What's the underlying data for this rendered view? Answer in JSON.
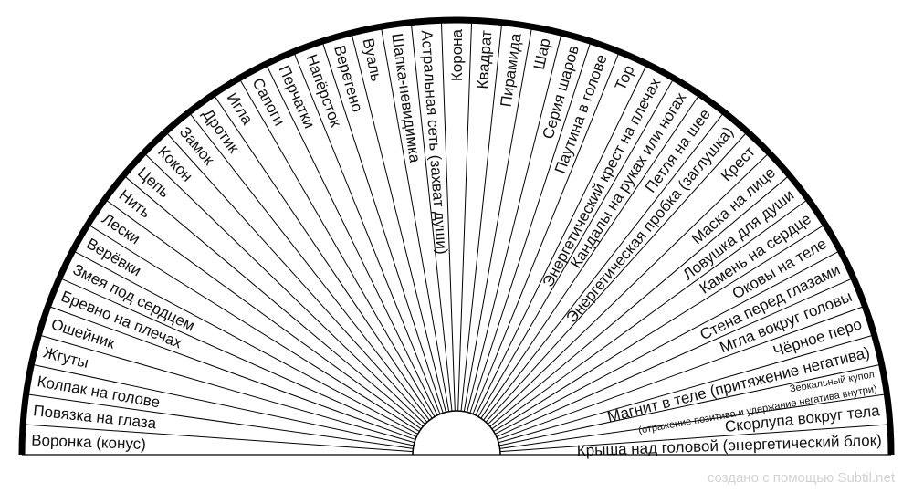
{
  "chart_data": {
    "type": "semicircle-dial",
    "sectors": [
      {
        "label": "Воронка (конус)"
      },
      {
        "label": "Повязка на глаза"
      },
      {
        "label": "Колпак на голове"
      },
      {
        "label": "Жгуты"
      },
      {
        "label": "Ошейник"
      },
      {
        "label": "Бревно на плечах"
      },
      {
        "label": "Змея под сердцем"
      },
      {
        "label": "Верёвки"
      },
      {
        "label": "Лески"
      },
      {
        "label": "Нить"
      },
      {
        "label": "Цепь"
      },
      {
        "label": "Кокон"
      },
      {
        "label": "Замок"
      },
      {
        "label": "Дротик"
      },
      {
        "label": "Игла"
      },
      {
        "label": "Сапоги"
      },
      {
        "label": "Перчатки"
      },
      {
        "label": "Напёрсток"
      },
      {
        "label": "Веретено"
      },
      {
        "label": "Вуаль"
      },
      {
        "label": "Шапка-невидимка"
      },
      {
        "label": "Астральная сеть (захват души)"
      },
      {
        "label": "Корона"
      },
      {
        "label": "Квадрат"
      },
      {
        "label": "Пирамида"
      },
      {
        "label": "Шар"
      },
      {
        "label": "Серия шаров"
      },
      {
        "label": "Паутина в голове"
      },
      {
        "label": "Тор"
      },
      {
        "label": "Энергетический крест на плечах"
      },
      {
        "label": "Кандалы на руках или ногах"
      },
      {
        "label": "Петля на шее"
      },
      {
        "label": "Энергетическая пробка (заглушка)"
      },
      {
        "label": "Крест"
      },
      {
        "label": "Маска на лице"
      },
      {
        "label": "Ловушка для души"
      },
      {
        "label": "Камень на сердце"
      },
      {
        "label": "Оковы на теле"
      },
      {
        "label": "Стена перед глазами"
      },
      {
        "label": "Мгла вокруг головы"
      },
      {
        "label": "Чёрное перо"
      },
      {
        "label": "Магнит в теле (притяжение негатива)"
      },
      {
        "label": "Зеркальный купол",
        "label2": "(отражение позитива и удержание негатива внутри)"
      },
      {
        "label": "Скорлупа вокруг тела"
      },
      {
        "label": "Крыша над головой (энергетический блок)"
      }
    ]
  },
  "footer": {
    "credit": "создано с помощью Subtil.net"
  }
}
